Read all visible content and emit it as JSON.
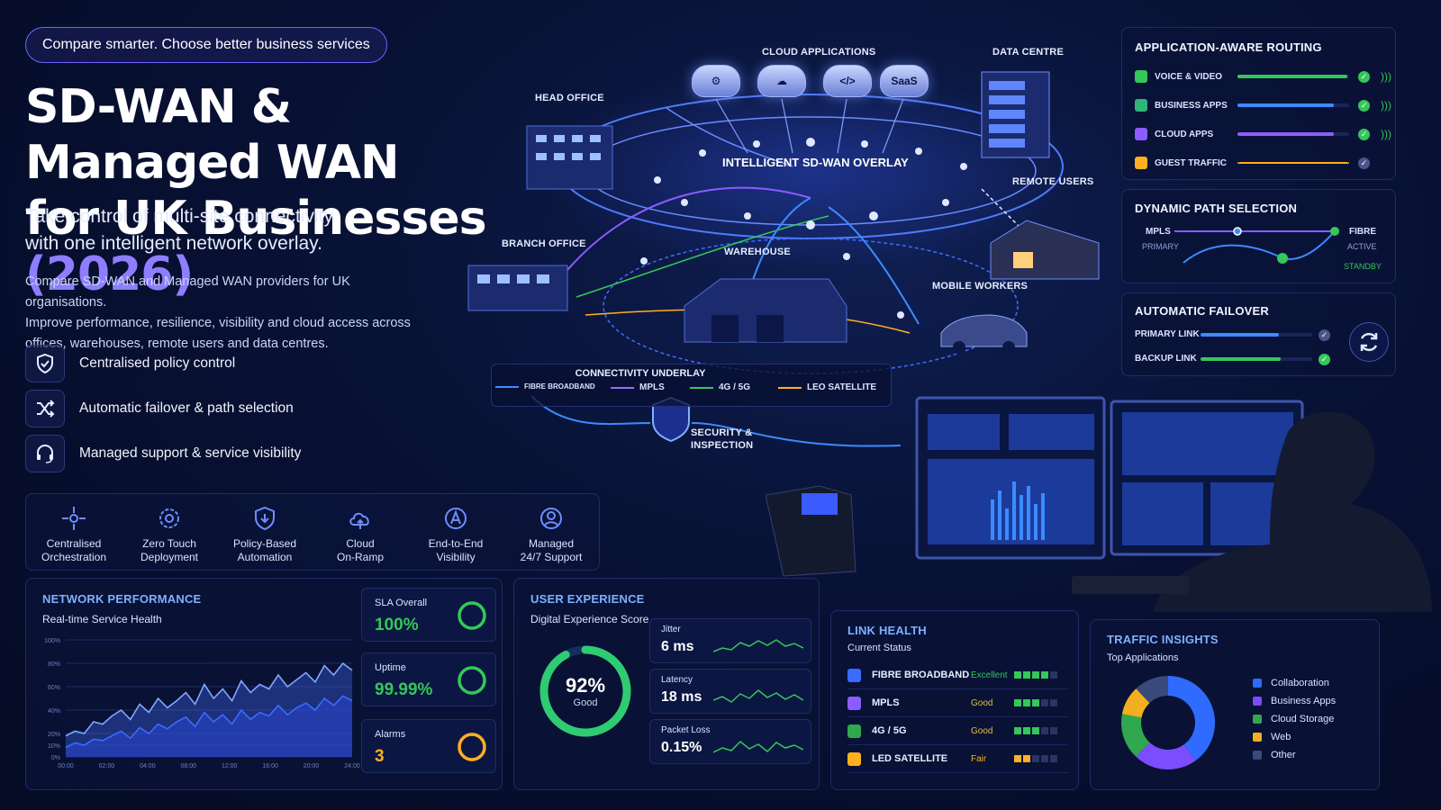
{
  "hero": {
    "pill": "Compare smarter. Choose better business services",
    "title_line1": "SD-WAN & Managed WAN",
    "title_line2": "for UK Businesses",
    "title_year": "(2026)",
    "subtitle_line1": "Take control of multi-site connectivity",
    "subtitle_line2": "with one intelligent network overlay.",
    "body_line1": "Compare SD-WAN and Managed WAN providers for UK organisations.",
    "body_line2": "Improve performance, resilience, visibility and cloud access across",
    "body_line3": "offices, warehouses, remote users and data centres.",
    "features": [
      {
        "label": "Centralised policy control",
        "icon": "shield-check-icon"
      },
      {
        "label": "Automatic failover & path selection",
        "icon": "shuffle-icon"
      },
      {
        "label": "Managed support & service visibility",
        "icon": "headset-icon"
      }
    ]
  },
  "capabilities": [
    {
      "line1": "Centralised",
      "line2": "Orchestration",
      "icon": "orchestration-icon"
    },
    {
      "line1": "Zero Touch",
      "line2": "Deployment",
      "icon": "gear-icon"
    },
    {
      "line1": "Policy-Based",
      "line2": "Automation",
      "icon": "shield-down-icon"
    },
    {
      "line1": "Cloud",
      "line2": "On-Ramp",
      "icon": "cloud-up-icon"
    },
    {
      "line1": "End-to-End",
      "line2": "Visibility",
      "icon": "visibility-icon"
    },
    {
      "line1": "Managed",
      "line2": "24/7 Support",
      "icon": "support-user-icon"
    }
  ],
  "network": {
    "cloud_applications": "CLOUD APPLICATIONS",
    "cloud_chips": [
      "⚙",
      "☁",
      "</>",
      "SaaS"
    ],
    "data_centre": "DATA CENTRE",
    "head_office": "HEAD OFFICE",
    "overlay": "INTELLIGENT SD-WAN OVERLAY",
    "remote_users": "REMOTE USERS",
    "branch_office": "BRANCH OFFICE",
    "warehouse": "WAREHOUSE",
    "mobile_workers": "MOBILE WORKERS",
    "underlay_title": "CONNECTIVITY UNDERLAY",
    "underlay": [
      {
        "label": "FIBRE BROADBAND",
        "color": "#3b8bff"
      },
      {
        "label": "MPLS",
        "color": "#9b6bff"
      },
      {
        "label": "4G / 5G",
        "color": "#34c759"
      },
      {
        "label": "LEO SATELLITE",
        "color": "#ffb020"
      }
    ],
    "security_line1": "SECURITY &",
    "security_line2": "INSPECTION"
  },
  "routing": {
    "title": "APPLICATION-AWARE ROUTING",
    "rows": [
      {
        "label": "VOICE & VIDEO",
        "color": "#34c759",
        "level": 0.98
      },
      {
        "label": "BUSINESS APPS",
        "color": "#3b8bff",
        "level": 0.86
      },
      {
        "label": "CLOUD APPS",
        "color": "#8b5cff",
        "level": 0.86
      },
      {
        "label": "GUEST TRAFFIC",
        "color": "#ffb020",
        "level": 1.0
      }
    ]
  },
  "path_selection": {
    "title": "DYNAMIC PATH SELECTION",
    "left_label": "MPLS",
    "left_state": "PRIMARY",
    "right_label": "FIBRE",
    "right_state": "ACTIVE",
    "standby": "STANDBY"
  },
  "failover": {
    "title": "AUTOMATIC FAILOVER",
    "primary": "PRIMARY LINK",
    "backup": "BACKUP LINK",
    "primary_level": 0.7,
    "backup_level": 0.72
  },
  "performance": {
    "title": "NETWORK PERFORMANCE",
    "subtitle": "Real-time Service Health",
    "y_ticks": [
      "100%",
      "80%",
      "60%",
      "40%",
      "20%",
      "10%",
      "0%"
    ],
    "x_ticks": [
      "00:00",
      "02:00",
      "04:00",
      "08:00",
      "12:00",
      "16:00",
      "20:00",
      "24:00"
    ],
    "kpis": [
      {
        "label": "SLA Overall",
        "value": "100%",
        "color": "#34c759",
        "level": 1.0
      },
      {
        "label": "Uptime",
        "value": "99.99%",
        "color": "#34c759",
        "level": 0.9999
      },
      {
        "label": "Alarms",
        "value": "3",
        "color": "#ffb020",
        "level": 1.0
      }
    ]
  },
  "chart_data": {
    "type": "area",
    "title": "Real-time Service Health",
    "xlabel": "",
    "ylabel": "",
    "ylim": [
      0,
      100
    ],
    "x": [
      "00:00",
      "02:00",
      "04:00",
      "08:00",
      "12:00",
      "16:00",
      "20:00",
      "24:00"
    ],
    "series": [
      {
        "values": [
          18,
          22,
          20,
          30,
          28,
          35,
          40,
          32,
          45,
          38,
          50,
          42,
          48,
          55,
          45,
          62,
          50,
          58,
          48,
          65,
          55,
          62,
          58,
          70,
          60,
          66,
          72,
          64,
          78,
          70,
          80,
          74
        ]
      },
      {
        "values": [
          8,
          12,
          10,
          15,
          14,
          18,
          22,
          16,
          25,
          20,
          28,
          24,
          30,
          34,
          26,
          38,
          30,
          36,
          28,
          40,
          32,
          38,
          35,
          44,
          36,
          42,
          46,
          40,
          50,
          44,
          52,
          48
        ]
      }
    ]
  },
  "experience": {
    "title": "USER EXPERIENCE",
    "subtitle": "Digital Experience Score",
    "score": "92%",
    "score_level": 0.92,
    "score_label": "Good",
    "metrics": [
      {
        "label": "Jitter",
        "value": "6 ms"
      },
      {
        "label": "Latency",
        "value": "18 ms"
      },
      {
        "label": "Packet Loss",
        "value": "0.15%"
      }
    ]
  },
  "link_health": {
    "title": "LINK HEALTH",
    "subtitle": "Current Status",
    "rows": [
      {
        "name": "FIBRE BROADBAND",
        "status": "Excellent",
        "status_color": "#34c759",
        "icon_color": "#3b6bff",
        "bars": 4,
        "bar_color": "#34c759"
      },
      {
        "name": "MPLS",
        "status": "Good",
        "status_color": "#e0c040",
        "icon_color": "#8b5cff",
        "bars": 3,
        "bar_color": "#34c759"
      },
      {
        "name": "4G / 5G",
        "status": "Good",
        "status_color": "#e0c040",
        "icon_color": "#2fa84f",
        "bars": 3,
        "bar_color": "#34c759"
      },
      {
        "name": "LED SATELLITE",
        "status": "Fair",
        "status_color": "#ffb020",
        "icon_color": "#ffb020",
        "bars": 2,
        "bar_color": "#ffb020"
      }
    ]
  },
  "traffic": {
    "title": "TRAFFIC INSIGHTS",
    "subtitle": "Top Applications",
    "legend": [
      {
        "label": "Collaboration",
        "color": "#2f6bff"
      },
      {
        "label": "Business Apps",
        "color": "#7a4dff"
      },
      {
        "label": "Cloud Storage",
        "color": "#2fa84f"
      },
      {
        "label": "Web",
        "color": "#f2b01e"
      },
      {
        "label": "Other",
        "color": "#3a4a7a"
      }
    ],
    "shares": [
      0.4,
      0.22,
      0.16,
      0.1,
      0.12
    ]
  }
}
